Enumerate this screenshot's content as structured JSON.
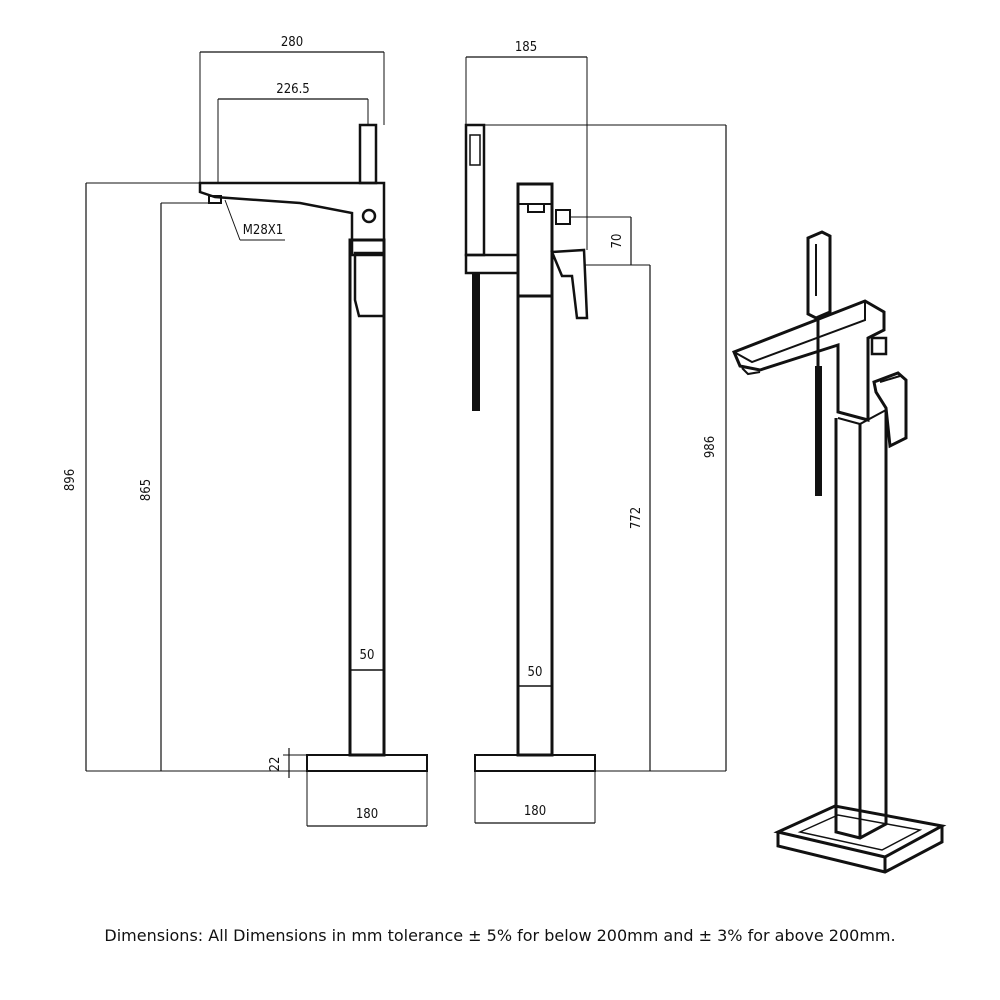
{
  "dimensions": {
    "side_total_width": "280",
    "side_spout_reach": "226.5",
    "side_thread": "M28X1",
    "side_total_height": "896",
    "side_spout_height": "865",
    "side_column_width": "50",
    "side_base_thickness": "22",
    "side_base_width": "180",
    "front_total_width": "185",
    "front_handle_offset": "70",
    "front_total_height": "986",
    "front_handle_height": "772",
    "front_column_width": "50",
    "front_base_width": "180"
  },
  "caption": "Dimensions: All Dimensions in mm tolerance ± 5% for below 200mm and ± 3% for above 200mm."
}
